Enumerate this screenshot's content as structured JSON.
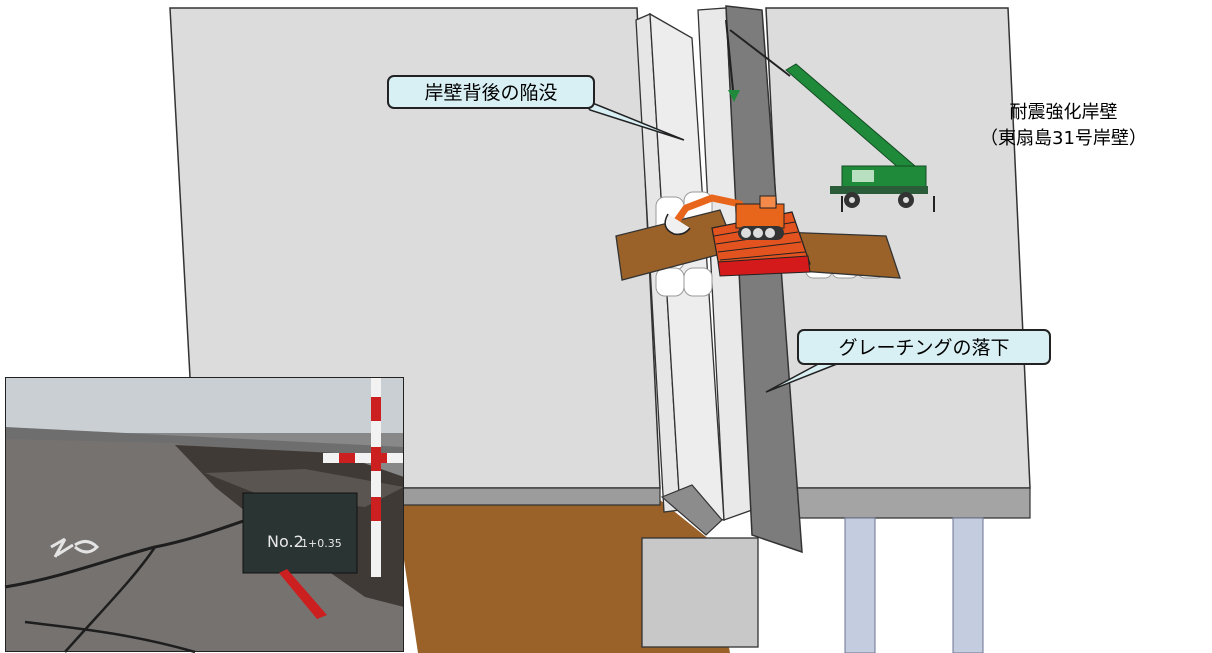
{
  "labels": {
    "subsidence": "岸壁背後の陥没",
    "grating_fall": "グレーチングの落下",
    "quay_title": "耐震強化岸壁",
    "quay_name": "（東扇島31号岸壁）"
  },
  "photo": {
    "sign_line1": "No.2",
    "sign_line2": "1+0.35"
  },
  "colors": {
    "slab": "#dddddd",
    "slab_edge": "#a0a0a0",
    "soil": "#9a6229",
    "wall_dark": "#7a7a7a",
    "callout_fill": "#d8f0f4",
    "crane_green": "#1f8a3a",
    "excavator_orange": "#e8661c",
    "pile": "#c3cce0"
  }
}
